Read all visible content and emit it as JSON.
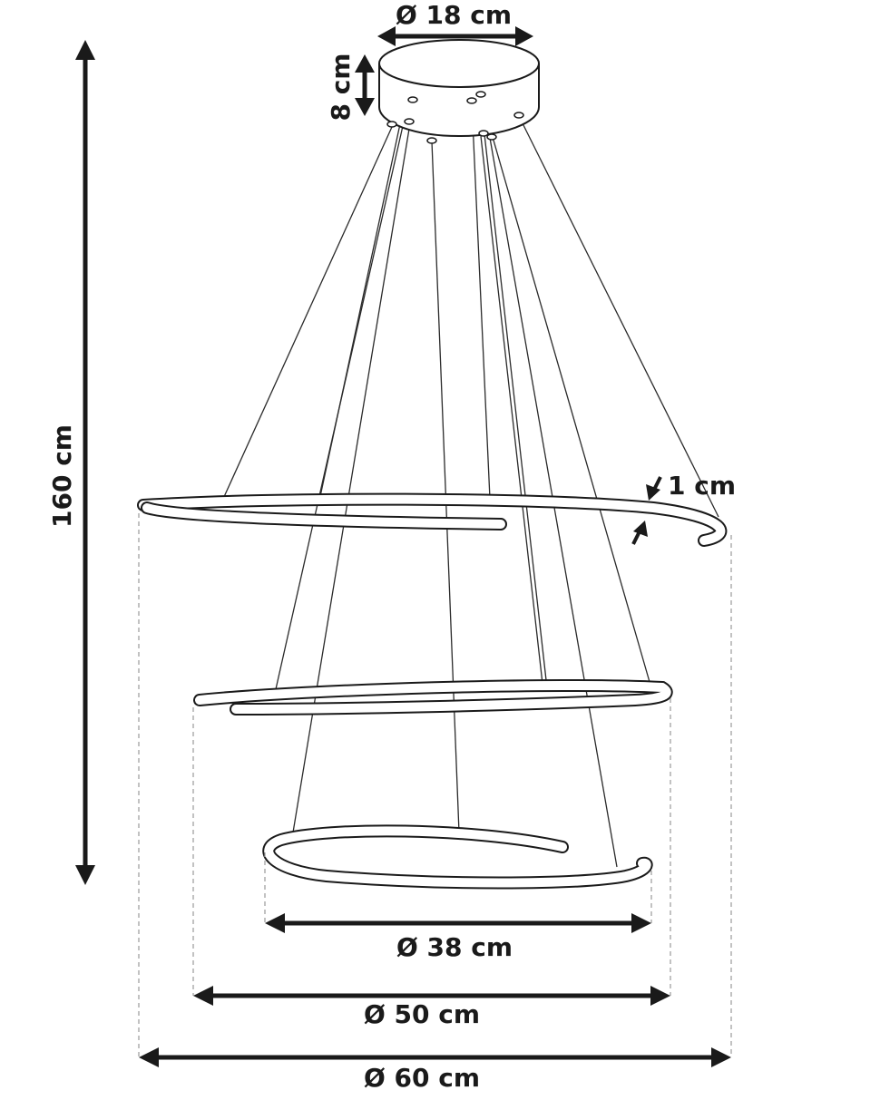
{
  "dimensions": {
    "canopy_diameter": "Ø 18 cm",
    "canopy_height": "8 cm",
    "total_height": "160 cm",
    "ring_thickness": "1 cm",
    "small_ring_diameter": "Ø 38 cm",
    "medium_ring_diameter": "Ø 50 cm",
    "large_ring_diameter": "Ø 60 cm"
  },
  "colors": {
    "line": "#1a1a1a",
    "guide": "#9a9a9a",
    "background": "#ffffff"
  }
}
